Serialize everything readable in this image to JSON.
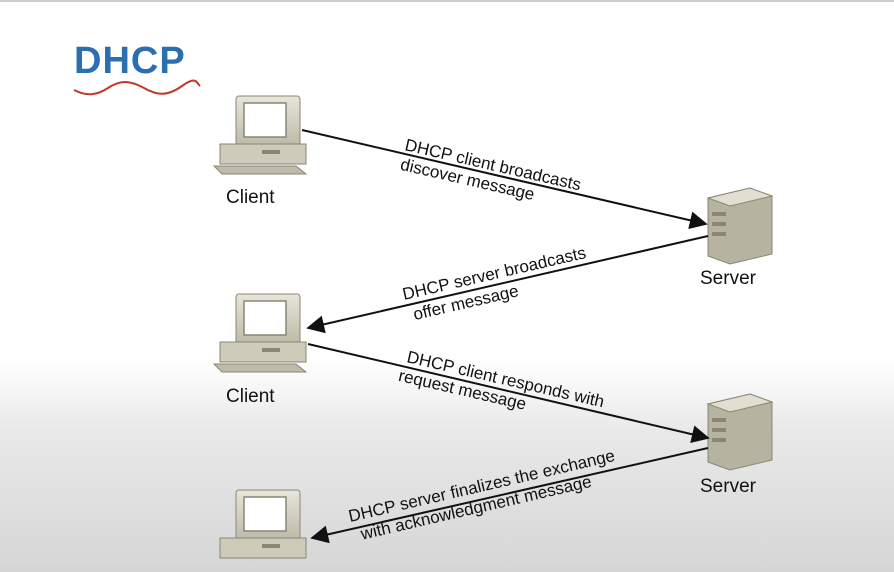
{
  "title": "DHCP",
  "nodes": {
    "client_1": "Client",
    "server_1": "Server",
    "client_2": "Client",
    "server_2": "Server"
  },
  "messages": [
    {
      "line1": "DHCP client broadcasts",
      "line2": "discover message"
    },
    {
      "line1": "DHCP server broadcasts",
      "line2": "offer message"
    },
    {
      "line1": "DHCP client responds with",
      "line2": "request message"
    },
    {
      "line1": "DHCP server finalizes the exchange",
      "line2": "with acknowledgment message"
    }
  ]
}
